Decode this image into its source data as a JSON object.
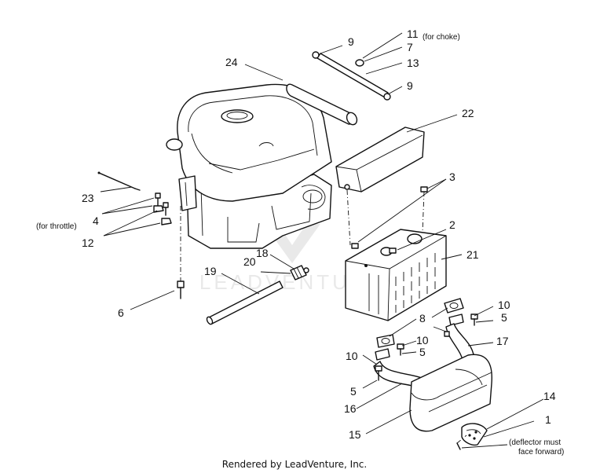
{
  "callouts": {
    "c24": "24",
    "c9a": "9",
    "c11": "11",
    "c7": "7",
    "c13": "13",
    "c9b": "9",
    "c22": "22",
    "c23": "23",
    "c4": "4",
    "c12": "12",
    "c3": "3",
    "c2": "2",
    "c21": "21",
    "c18": "18",
    "c20": "20",
    "c19": "19",
    "c6": "6",
    "c10a": "10",
    "c5a": "5",
    "c8": "8",
    "c10b": "10",
    "c5b": "5",
    "c17": "17",
    "c10c": "10",
    "c5c": "5",
    "c16": "16",
    "c14": "14",
    "c1": "1",
    "c15": "15"
  },
  "notes": {
    "choke": "(for choke)",
    "throttle": "(for throttle)",
    "deflector_line1": "(deflector must",
    "deflector_line2": "face forward)"
  },
  "watermark": "LEADVENTURE",
  "footer": "Rendered by LeadVenture, Inc."
}
